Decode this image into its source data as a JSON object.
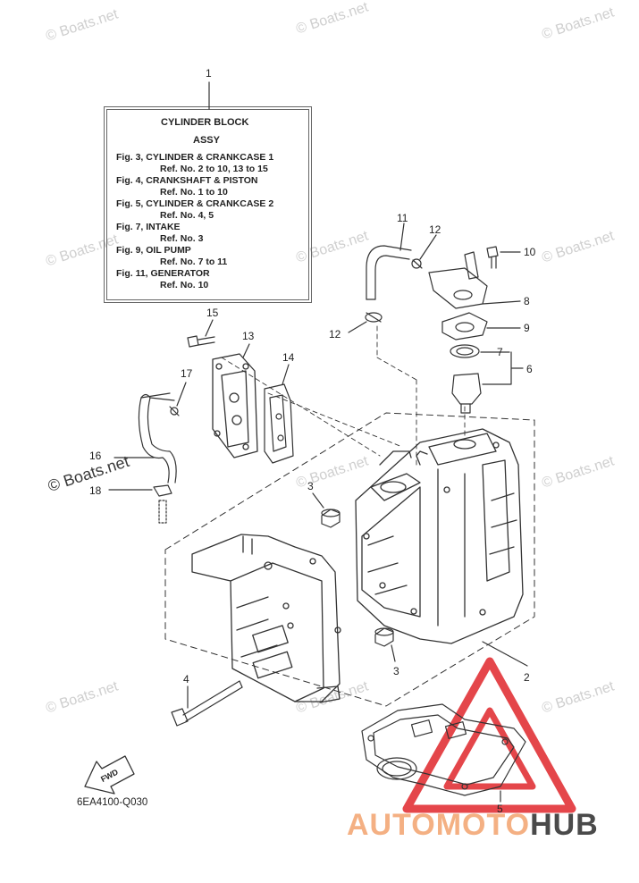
{
  "watermark": "© Boats.net",
  "legend": {
    "callout": "1",
    "title": "CYLINDER BLOCK",
    "subtitle": "ASSY",
    "lines": [
      "Fig. 3, CYLINDER & CRANKCASE 1",
      "Ref. No. 2 to 10, 13 to 15",
      "Fig. 4, CRANKSHAFT & PISTON",
      "Ref. No. 1 to 10",
      "Fig. 5, CYLINDER & CRANKCASE 2",
      "Ref. No. 4, 5",
      "Fig. 7, INTAKE",
      "Ref. No. 3",
      "Fig. 9, OIL PUMP",
      "Ref. No. 7 to 11",
      "Fig. 11, GENERATOR",
      "Ref. No. 10"
    ]
  },
  "callouts": {
    "c2": "2",
    "c3a": "3",
    "c3b": "3",
    "c4": "4",
    "c5": "5",
    "c6": "6",
    "c7": "7",
    "c8": "8",
    "c9": "9",
    "c10": "10",
    "c11": "11",
    "c12a": "12",
    "c12b": "12",
    "c13": "13",
    "c14": "14",
    "c15": "15",
    "c16": "16",
    "c17": "17",
    "c18": "18"
  },
  "fwd_label": "FWD",
  "drawing_code": "6EA4100-Q030",
  "brand": {
    "part1": "AUTOMOTO",
    "part2": "HUB",
    "accent": "#f4b083",
    "dark": "#4a4a4a",
    "logo_red": "#e0262b"
  }
}
